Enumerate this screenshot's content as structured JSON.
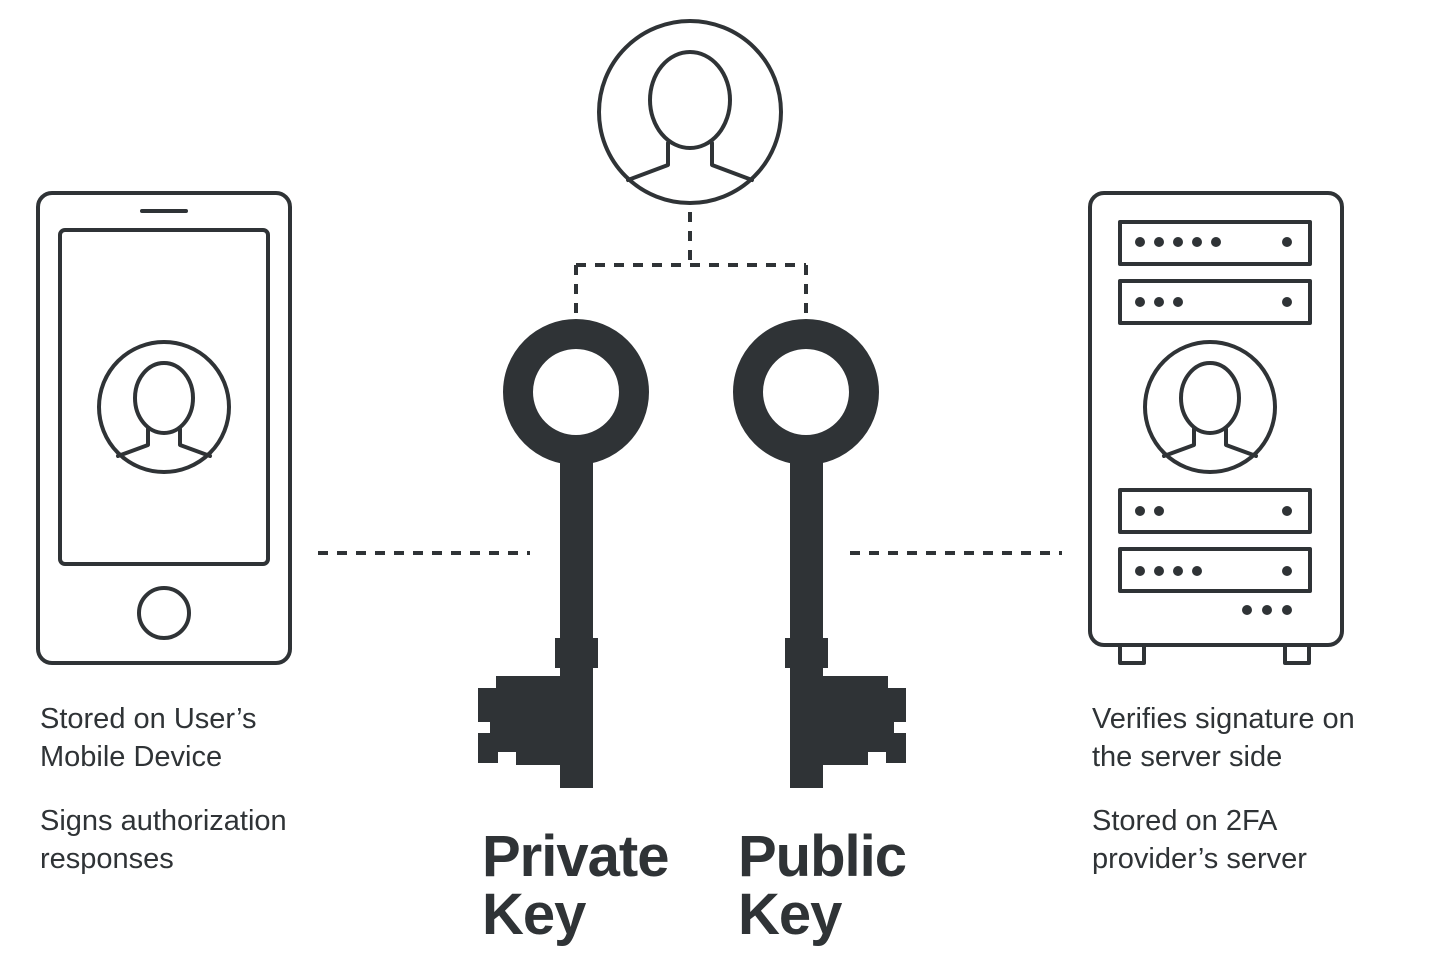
{
  "colors": {
    "ink": "#2f3336",
    "background": "#ffffff"
  },
  "icons": {
    "top": "user-avatar-icon",
    "left": "mobile-phone-icon",
    "right": "server-tower-icon",
    "keys": "skeleton-key-icon"
  },
  "left_caption": {
    "line1": "Stored on User’s",
    "line2": "Mobile Device",
    "line3": "Signs authorization",
    "line4": "responses"
  },
  "right_caption": {
    "line1": "Verifies signature on",
    "line2": "the server side",
    "line3": "Stored on 2FA",
    "line4": "provider’s server"
  },
  "private_key": {
    "line1": "Private",
    "line2": "Key"
  },
  "public_key": {
    "line1": "Public",
    "line2": "Key"
  }
}
